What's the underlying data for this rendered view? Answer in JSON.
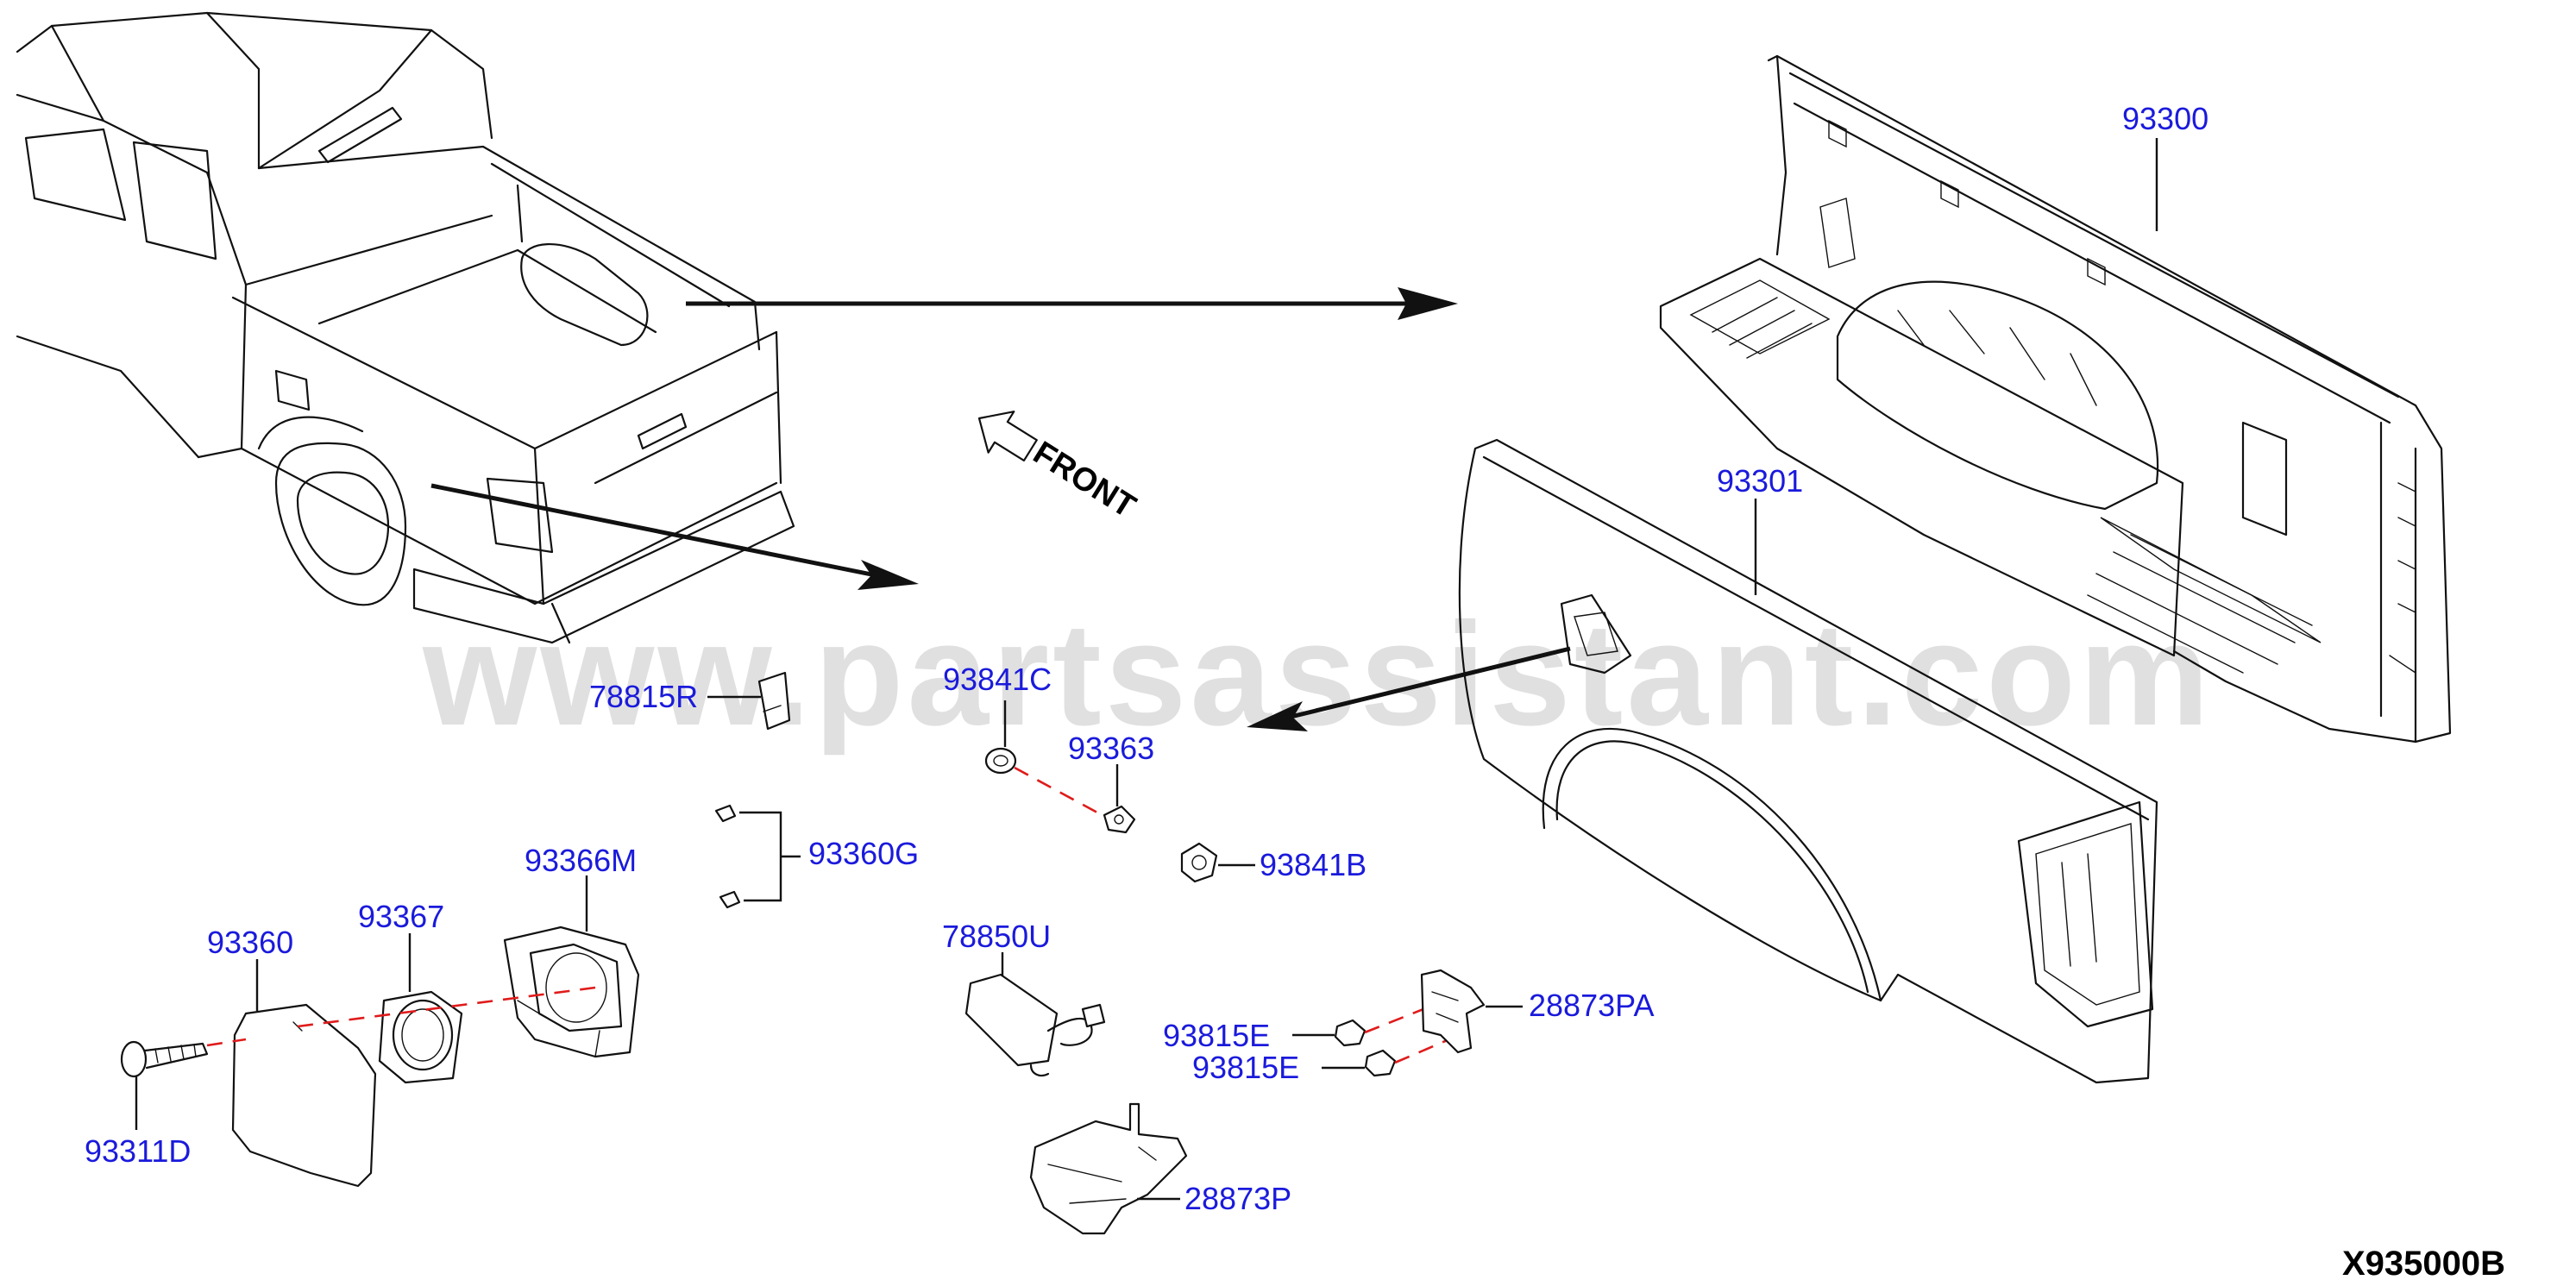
{
  "watermark": "www.partsassistant.com",
  "diagram_code": "X935000B",
  "direction_label": "FRONT",
  "parts": [
    "93300",
    "93301",
    "78815R",
    "93841C",
    "93363",
    "93360G",
    "93841B",
    "93366M",
    "93367",
    "93360",
    "93311D",
    "78850U",
    "93815E",
    "93815E",
    "28873PA",
    "28873P"
  ]
}
